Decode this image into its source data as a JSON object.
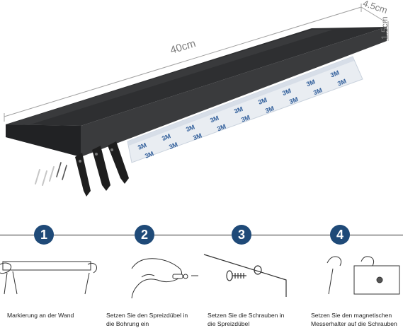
{
  "dimensions": {
    "length": "40cm",
    "depth": "4.5cm",
    "height": "1.5cm"
  },
  "tape": {
    "logo_text": "3M"
  },
  "steps": [
    {
      "number": "1",
      "caption_lines": [
        "Markierung an der Wand"
      ]
    },
    {
      "number": "2",
      "caption_lines": [
        "Setzen Sie den Spreizdübel in",
        "die Bohrung ein"
      ]
    },
    {
      "number": "3",
      "caption_lines": [
        "Setzen Sie die Schrauben in",
        "die Spreizdübel"
      ]
    },
    {
      "number": "4",
      "caption_lines": [
        "Setzen Sie den magnetischen",
        "Messerhalter auf die Schrauben"
      ]
    }
  ],
  "colors": {
    "bar": "#3a3b3d",
    "step_badge": "#1f4a78",
    "dimension_line": "#9a9a9a"
  }
}
